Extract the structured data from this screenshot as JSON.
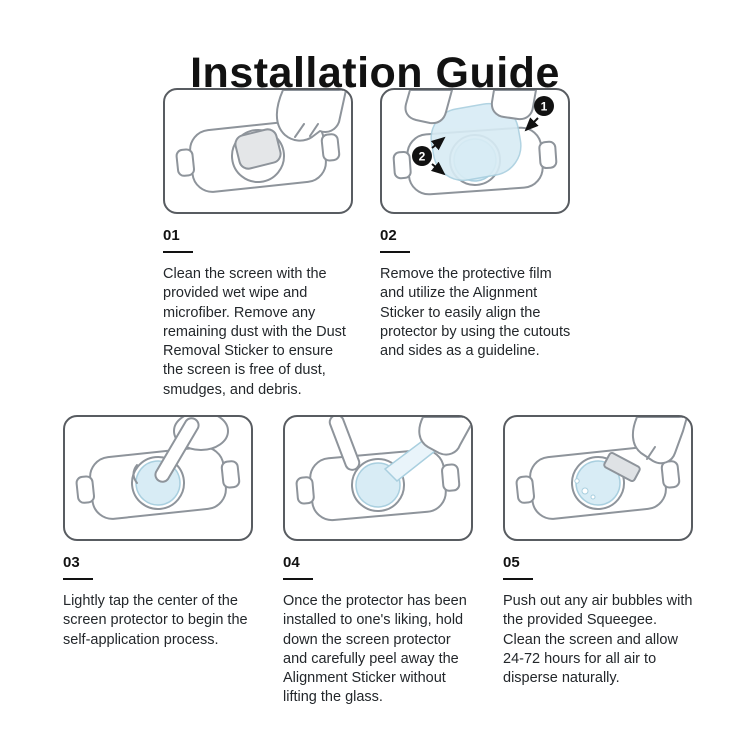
{
  "title": "Installation Guide",
  "steps": [
    {
      "number": "01",
      "text": "Clean the screen with the provided wet wipe and microfiber. Remove any remaining dust with the Dust Removal Sticker to ensure the screen is free of dust, smudges, and debris."
    },
    {
      "number": "02",
      "text": "Remove the protective film and utilize the Alignment Sticker to easily align the protector by using the cutouts and sides as a guideline."
    },
    {
      "number": "03",
      "text": "Lightly tap the center of the screen protector to begin the self-application process."
    },
    {
      "number": "04",
      "text": "Once the protector has been installed to one's liking, hold down the screen protector and carefully peel away the Alignment Sticker without lifting the glass."
    },
    {
      "number": "05",
      "text": "Push out any air bubbles with the provided Squeegee. Clean the screen and allow 24-72 hours for all air to disperse naturally."
    }
  ],
  "callouts": {
    "one": "1",
    "two": "2"
  },
  "colors": {
    "film_blue": "#d8ecf5",
    "line_gray": "#8e949b",
    "text": "#23272b",
    "accent_black": "#111111"
  }
}
